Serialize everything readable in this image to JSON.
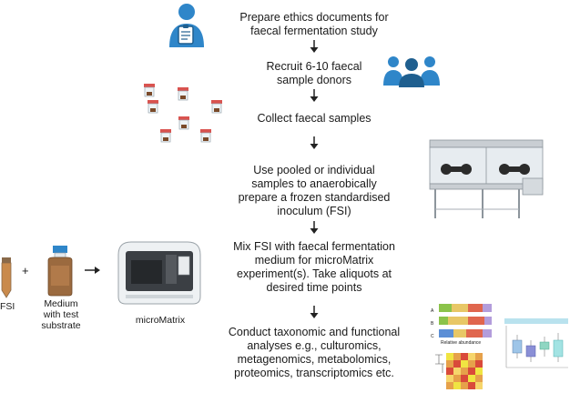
{
  "steps": [
    {
      "line1": "Prepare ethics documents for",
      "line2": "faecal fermentation study"
    },
    {
      "line1": "Recruit 6-10 faecal",
      "line2": "sample donors"
    },
    {
      "line1": "Collect faecal samples"
    },
    {
      "line1": "Use pooled or individual",
      "line2": "samples to anaerobically",
      "line3": "prepare a frozen standardised",
      "line4": "inoculum (FSI)"
    },
    {
      "line1": "Mix FSI with faecal fermentation",
      "line2": "medium for microMatrix",
      "line3": "experiment(s). Take aliquots at",
      "line4": "desired time points"
    },
    {
      "line1": "Conduct taxonomic and functional",
      "line2": "analyses e.g., culturomics,",
      "line3": "metagenomics, metabolomics,",
      "line4": "proteomics, transcriptomics etc."
    }
  ],
  "labels": {
    "fsi": "FSI",
    "plus": "+",
    "medium_line1": "Medium",
    "medium_line2": "with test",
    "medium_line3": "substrate",
    "micromatrix": "microMatrix",
    "relative_abundance": "Relative abundance",
    "heatmap_rows": [
      "A",
      "B",
      "C"
    ]
  },
  "colors": {
    "icon_blue": "#2f86c9",
    "icon_dark": "#1f5f8f",
    "arrow": "#222222",
    "sample_red": "#d9534f"
  },
  "icons": [
    "person-with-clipboard-icon",
    "group-of-people-icon",
    "sample-tubes-icon",
    "anaerobic-chamber-icon",
    "fsi-tube-icon",
    "medium-bottle-icon",
    "micromatrix-device-icon",
    "analysis-charts-icon"
  ]
}
